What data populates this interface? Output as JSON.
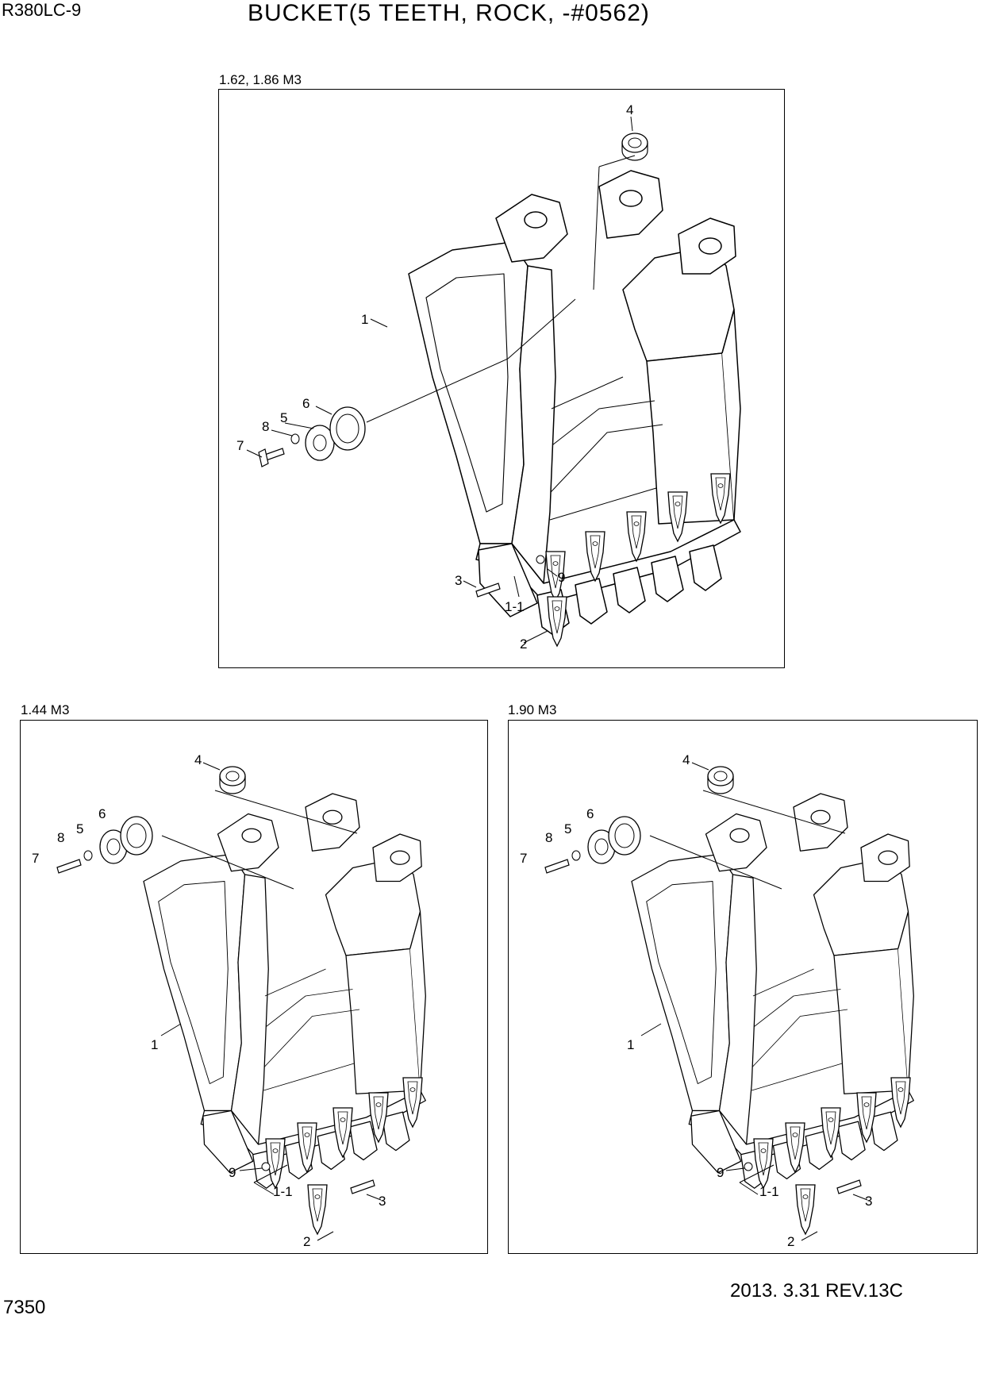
{
  "header": {
    "model": "R380LC-9",
    "title": "BUCKET(5 TEETH, ROCK, -#0562)"
  },
  "footer": {
    "page": "7350",
    "revision": "2013. 3.31  REV.13C"
  },
  "panels": [
    {
      "caption": "1.62, 1.86 M3",
      "callouts": [
        "1",
        "2",
        "3",
        "4",
        "5",
        "6",
        "7",
        "8",
        "9",
        "1-1"
      ]
    },
    {
      "caption": "1.44 M3",
      "callouts": [
        "1",
        "2",
        "3",
        "4",
        "5",
        "6",
        "7",
        "8",
        "9",
        "1-1"
      ]
    },
    {
      "caption": "1.90 M3",
      "callouts": [
        "1",
        "2",
        "3",
        "4",
        "5",
        "6",
        "7",
        "8",
        "9",
        "1-1"
      ]
    }
  ]
}
